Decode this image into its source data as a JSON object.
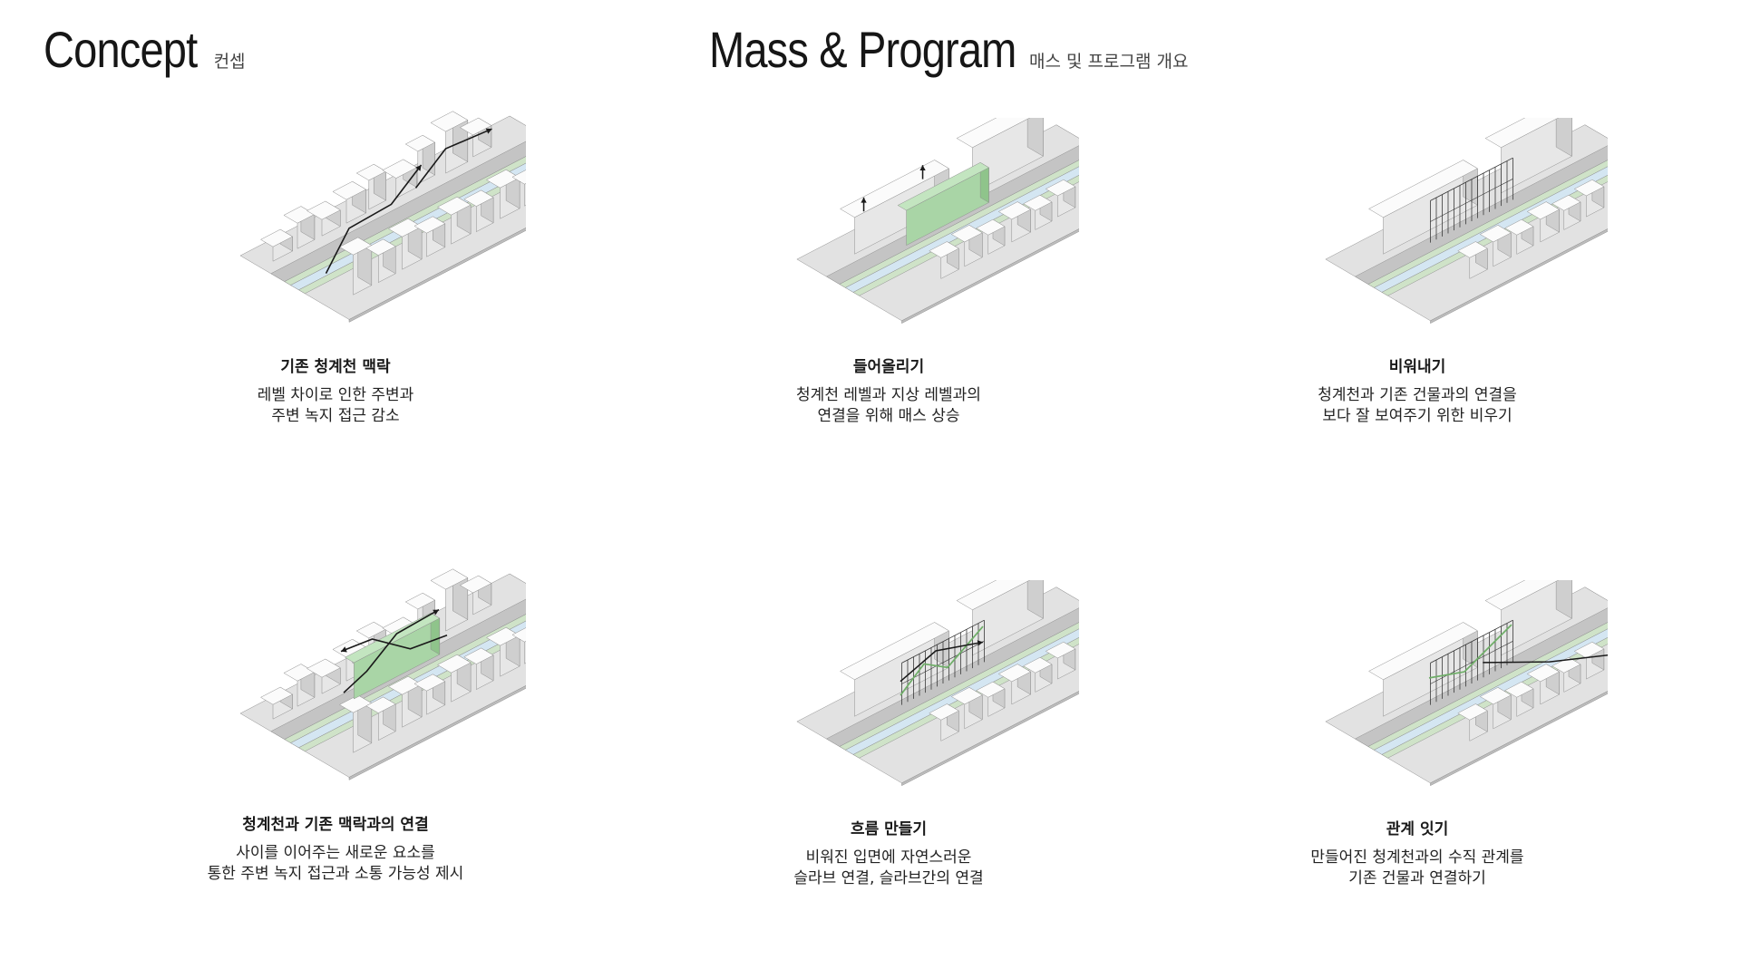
{
  "headings": {
    "concept": {
      "title": "Concept",
      "subtitle": "컨셉"
    },
    "mass": {
      "title": "Mass & Program",
      "subtitle": "매스 및 프로그램 개요"
    }
  },
  "panels": [
    {
      "title": "기존 청계천 맥락",
      "lines": [
        "레벨 차이로 인한 주변과",
        "주변 녹지 접근 감소"
      ]
    },
    {
      "title": "들어올리기",
      "lines": [
        "청계천 레벨과 지상 레벨과의",
        "연결을 위해 매스 상승"
      ]
    },
    {
      "title": "비워내기",
      "lines": [
        "청계천과 기존 건물과의 연결을",
        "보다 잘 보여주기 위한 비우기"
      ]
    },
    {
      "title": "청계천과  기존 맥락과의 연결",
      "lines": [
        "사이를 이어주는 새로운 요소를",
        "통한 주변 녹지 접근과 소통 가능성 제시"
      ]
    },
    {
      "title": "흐름 만들기",
      "lines": [
        "비워진 입면에 자연스러운",
        "슬라브 연결, 슬라브간의 연결"
      ]
    },
    {
      "title": "관계 잇기",
      "lines": [
        "만들어진 청계천과의 수직 관계를",
        "기존 건물과 연결하기"
      ]
    }
  ],
  "colors": {
    "slab_top": "#e2e2e2",
    "slab_left": "#bdbdbd",
    "slab_right": "#a3a3a3",
    "green": "#cfe3c8",
    "water": "#d4e6f2",
    "road": "#c4c4c4",
    "green_mass": "#a9d5a6",
    "arrow": "#1a1a1a"
  }
}
